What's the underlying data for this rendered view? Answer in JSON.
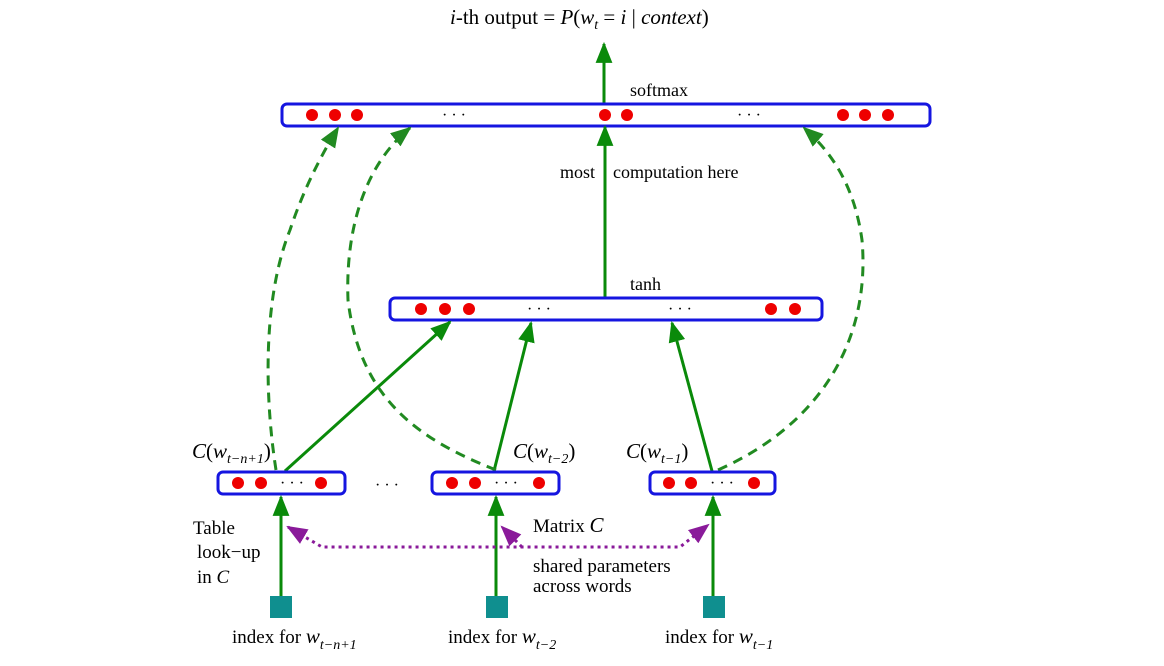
{
  "title": {
    "prefix": "i",
    "middle": "-th output = ",
    "P": "P",
    "open": "(",
    "w": "w",
    "t": "t",
    "eq": " = ",
    "i": "i",
    "bar": " | ",
    "context": "context",
    "close": ")"
  },
  "layers": {
    "softmax": "softmax",
    "tanh": "tanh",
    "ellipsis": "· · ·"
  },
  "annotations": {
    "most": "most",
    "computation": "computation here",
    "table1": "Table",
    "table2": "look−up",
    "table3": "in ",
    "tableC": "C",
    "matrix": "Matrix ",
    "matrixC": "C",
    "shared1": "shared parameters",
    "shared2": "across words",
    "between_ellipsis": "· · ·"
  },
  "embeddings": [
    {
      "C": "C",
      "open": "(",
      "w": "w",
      "sub": "t−n+1",
      "close": ")"
    },
    {
      "C": "C",
      "open": "(",
      "w": "w",
      "sub": "t−2",
      "close": ")"
    },
    {
      "C": "C",
      "open": "(",
      "w": "w",
      "sub": "t−1",
      "close": ")"
    }
  ],
  "indexes": [
    {
      "label": "index for ",
      "w": "w",
      "sub": "t−n+1"
    },
    {
      "label": "index for ",
      "w": "w",
      "sub": "t−2"
    },
    {
      "label": "index for ",
      "w": "w",
      "sub": "t−1"
    }
  ],
  "colors": {
    "box": "#1515e0",
    "dot": "#ee0000",
    "arrow": "#0a8a0a",
    "dashed": "#218a21",
    "shared": "#8a1a9a",
    "square": "#0f8f8f"
  }
}
